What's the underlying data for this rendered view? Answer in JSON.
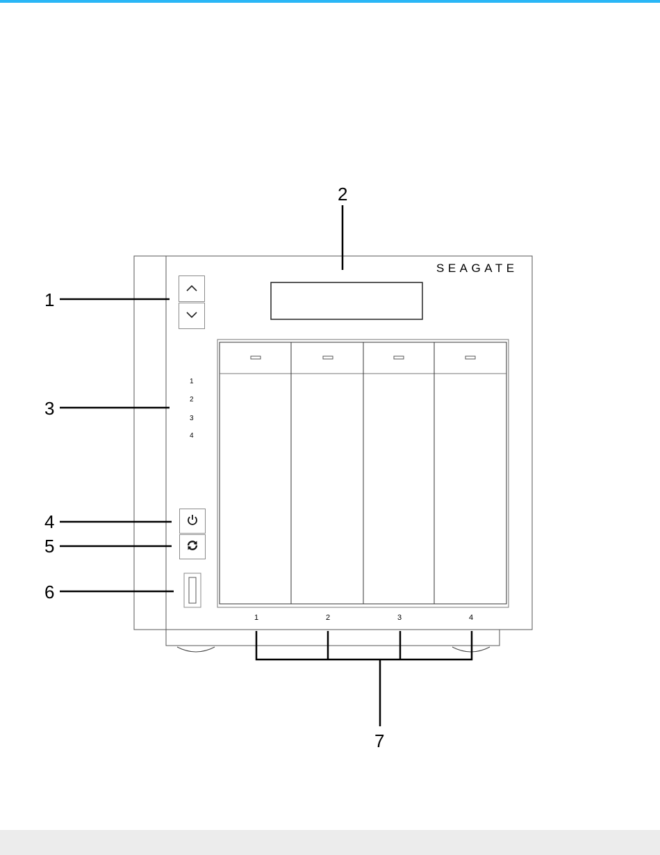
{
  "brand": "SEAGATE",
  "callouts": {
    "c1": "1",
    "c2": "2",
    "c3": "3",
    "c4": "4",
    "c5": "5",
    "c6": "6",
    "c7": "7"
  },
  "status_leds": [
    "1",
    "2",
    "3",
    "4"
  ],
  "drive_bays": [
    "1",
    "2",
    "3",
    "4"
  ],
  "icons": {
    "up": "chevron-up-icon",
    "down": "chevron-down-icon",
    "power": "power-icon",
    "refresh": "refresh-icon"
  },
  "colors": {
    "accent": "#29b6f6",
    "band": "#ececec"
  }
}
